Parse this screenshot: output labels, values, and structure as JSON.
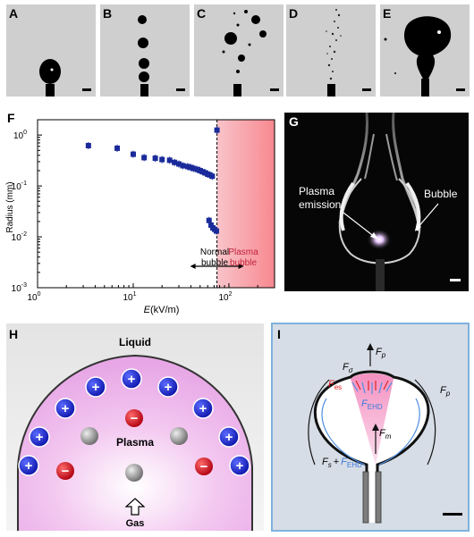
{
  "panels": {
    "A": "A",
    "B": "B",
    "C": "C",
    "D": "D",
    "E": "E",
    "F": "F",
    "G": "G",
    "H": "H",
    "I": "I"
  },
  "chart_data": {
    "type": "scatter",
    "xlabel_italic": "E",
    "xlabel_unit": " (kV/m)",
    "ylabel": "Radius (mm)",
    "xscale": "log",
    "yscale": "log",
    "xlim": [
      1,
      300
    ],
    "ylim": [
      0.001,
      2
    ],
    "x_ticks": [
      "10",
      "10",
      "10"
    ],
    "x_tick_exps": [
      "0",
      "1",
      "2"
    ],
    "y_ticks": [
      "10",
      "10",
      "10",
      "10"
    ],
    "y_tick_exps": [
      "-3",
      "-2",
      "-1",
      "0"
    ],
    "threshold_x": 75,
    "regions": {
      "left": "Normal bubble",
      "left_line1": "Normal",
      "left_line2": "bubble",
      "right_line1": "Plasma",
      "right_line2": "bubble"
    },
    "region_colors": {
      "plasma": "#f8a0a8",
      "marker": "#1a2a9a"
    },
    "series": [
      {
        "x": [
          3.4,
          6.8,
          10,
          13,
          17,
          20,
          24,
          27,
          30,
          33,
          37,
          40,
          43,
          47,
          50,
          53,
          57,
          60,
          63,
          67
        ],
        "values": [
          0.62,
          0.55,
          0.42,
          0.36,
          0.35,
          0.33,
          0.32,
          0.29,
          0.27,
          0.25,
          0.24,
          0.23,
          0.22,
          0.21,
          0.2,
          0.19,
          0.18,
          0.17,
          0.165,
          0.155
        ]
      },
      {
        "x": [
          62,
          65,
          68,
          71,
          74
        ],
        "values": [
          0.021,
          0.017,
          0.015,
          0.014,
          0.013
        ]
      },
      {
        "x": [
          75
        ],
        "values": [
          1.25
        ]
      }
    ]
  },
  "panel_g": {
    "label_plasma_1": "Plasma",
    "label_plasma_2": "emission",
    "label_bubble": "Bubble"
  },
  "panel_h": {
    "liquid": "Liquid",
    "plasma": "Plasma",
    "gas": "Gas",
    "plus": "+",
    "minus": "−"
  },
  "panel_i": {
    "F": "F",
    "sub_p": "p",
    "sub_sigma": "σ",
    "sub_es": "es",
    "sub_EHD": "EHD",
    "sub_m": "m",
    "sub_s": "s",
    "plus": "+"
  }
}
